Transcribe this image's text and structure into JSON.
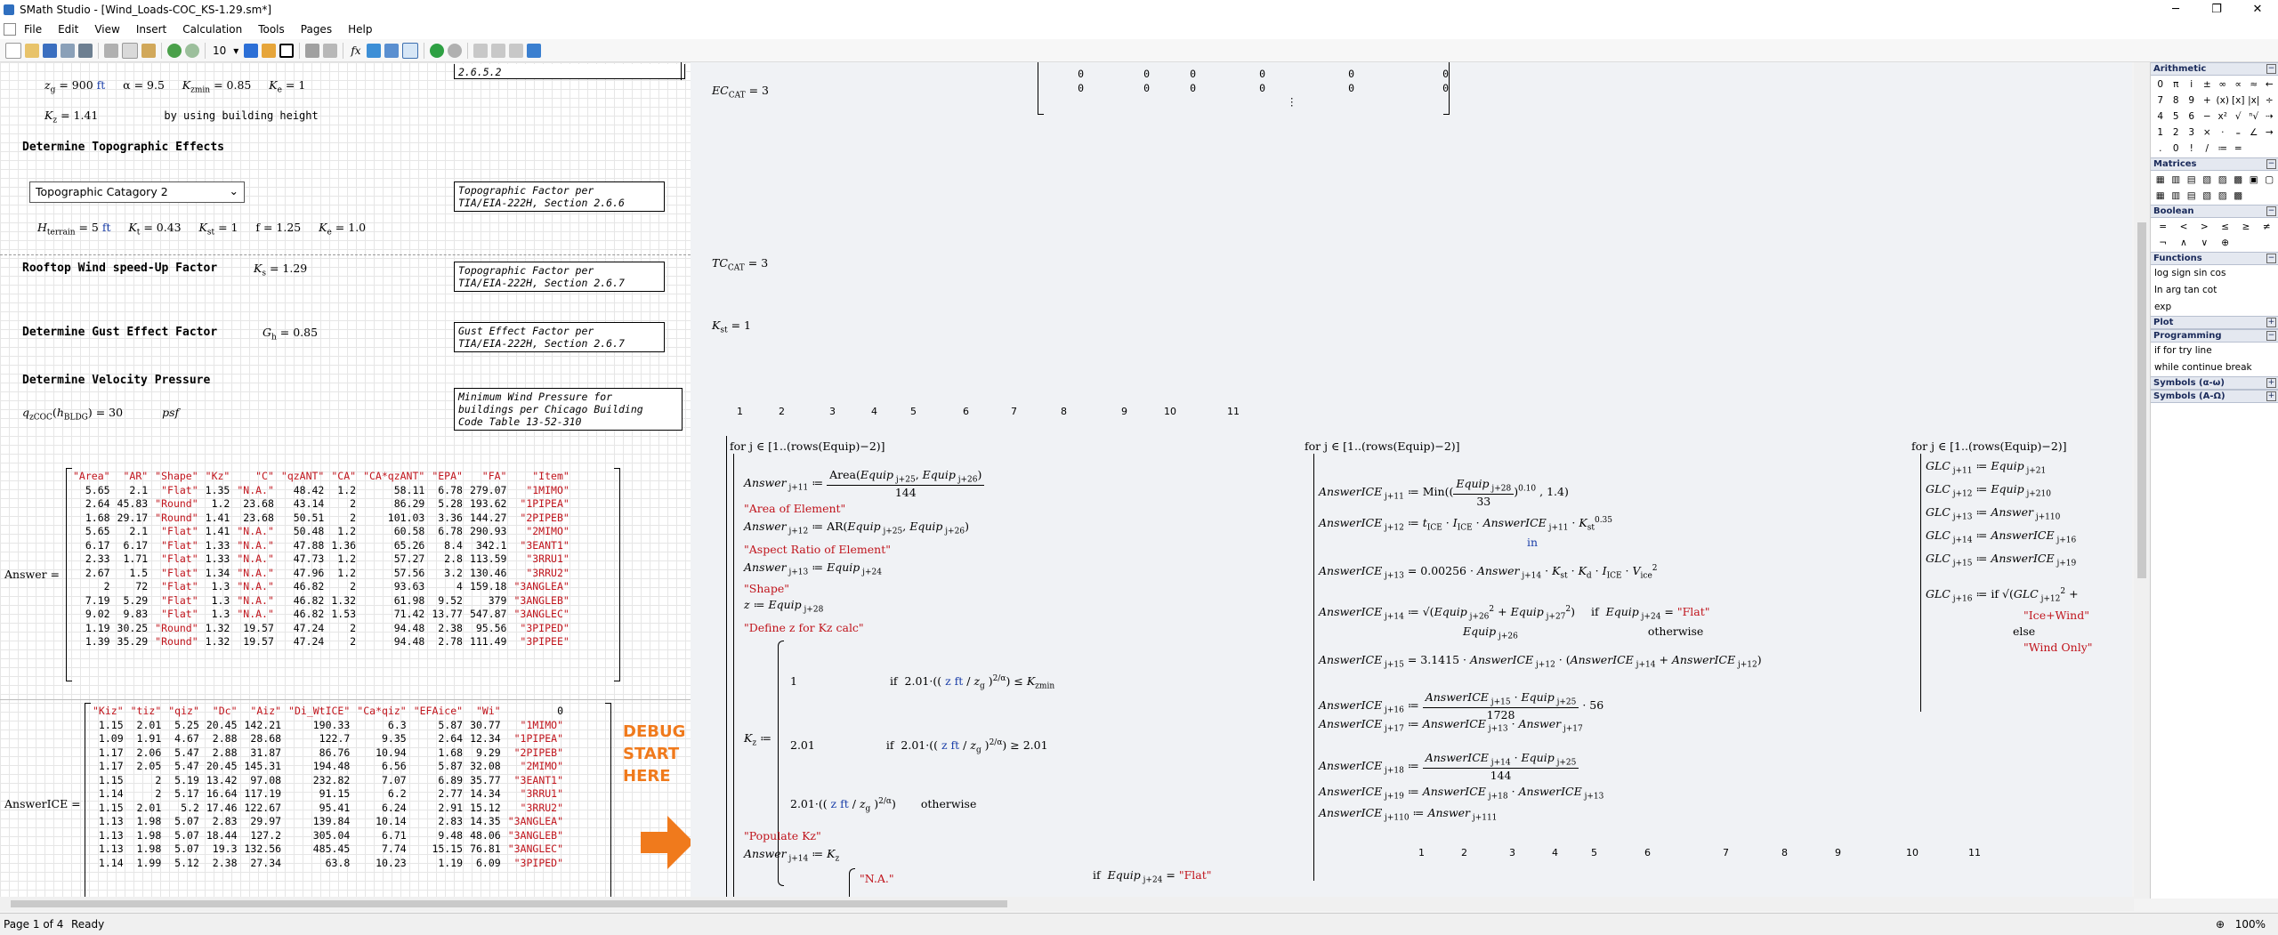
{
  "window": {
    "title": "SMath Studio - [Wind_Loads-COC_KS-1.29.sm*]",
    "minimize": "─",
    "restore": "❐",
    "close": "✕"
  },
  "menu": [
    "File",
    "Edit",
    "View",
    "Insert",
    "Calculation",
    "Tools",
    "Pages",
    "Help"
  ],
  "toolbar": {
    "font_size": "10",
    "fx": "fx"
  },
  "left": {
    "top_note": "2.6.5.2",
    "zg_line": {
      "zg": "= 900",
      "zg_unit": "ft",
      "alpha": "α = 9.5",
      "kzmin": "= 0.85",
      "ke": "= 1"
    },
    "kz_line": {
      "kz": "= 1.41",
      "comment": "by using building height"
    },
    "topo_heading": "Determine Topographic Effects",
    "topo_dropdown": "Topographic Catagory 2",
    "topo_note": "Topographic Factor per\nTIA/EIA-222H, Section 2.6.6",
    "hterr_line": {
      "h": "= 5",
      "h_unit": "ft",
      "kt": "= 0.43",
      "kst": "= 1",
      "f": "f = 1.25",
      "ke": "= 1.0"
    },
    "rooftop_heading": "Rooftop Wind speed-Up Factor",
    "ks": "= 1.29",
    "rooftop_note": "Topographic Factor per\nTIA/EIA-222H, Section 2.6.7",
    "gust_heading": "Determine Gust Effect Factor",
    "gh": "= 0.85",
    "gust_note": "Gust Effect Factor per\nTIA/EIA-222H, Section 2.6.7",
    "velocity_heading": "Determine Velocity Pressure",
    "qz": "= 30",
    "qz_unit": "psf",
    "velocity_note": "Minimum Wind Pressure for\nbuildings per Chicago Building\nCode Table 13-52-310",
    "answer_label": "Answer =",
    "answer_matrix": [
      [
        "\"Area\"",
        "\"AR\"",
        "\"Shape\"",
        "\"Kz\"",
        "\"C\"",
        "\"qzANT\"",
        "\"CA\"",
        "\"CA*qzANT\"",
        "\"EPA\"",
        "\"FA\"",
        "\"Item\""
      ],
      [
        "5.65",
        "2.1",
        "\"Flat\"",
        "1.35",
        "\"N.A.\"",
        "48.42",
        "1.2",
        "58.11",
        "6.78",
        "279.07",
        "\"1MIMO\""
      ],
      [
        "2.64",
        "45.83",
        "\"Round\"",
        "1.2",
        "23.68",
        "43.14",
        "2",
        "86.29",
        "5.28",
        "193.62",
        "\"1PIPEA\""
      ],
      [
        "1.68",
        "29.17",
        "\"Round\"",
        "1.41",
        "23.68",
        "50.51",
        "2",
        "101.03",
        "3.36",
        "144.27",
        "\"2PIPEB\""
      ],
      [
        "5.65",
        "2.1",
        "\"Flat\"",
        "1.41",
        "\"N.A.\"",
        "50.48",
        "1.2",
        "60.58",
        "6.78",
        "290.93",
        "\"2MIMO\""
      ],
      [
        "6.17",
        "6.17",
        "\"Flat\"",
        "1.33",
        "\"N.A.\"",
        "47.88",
        "1.36",
        "65.26",
        "8.4",
        "342.1",
        "\"3EANT1\""
      ],
      [
        "2.33",
        "1.71",
        "\"Flat\"",
        "1.33",
        "\"N.A.\"",
        "47.73",
        "1.2",
        "57.27",
        "2.8",
        "113.59",
        "\"3RRU1\""
      ],
      [
        "2.67",
        "1.5",
        "\"Flat\"",
        "1.34",
        "\"N.A.\"",
        "47.96",
        "1.2",
        "57.56",
        "3.2",
        "130.46",
        "\"3RRU2\""
      ],
      [
        "2",
        "72",
        "\"Flat\"",
        "1.3",
        "\"N.A.\"",
        "46.82",
        "2",
        "93.63",
        "4",
        "159.18",
        "\"3ANGLEA\""
      ],
      [
        "7.19",
        "5.29",
        "\"Flat\"",
        "1.3",
        "\"N.A.\"",
        "46.82",
        "1.32",
        "61.98",
        "9.52",
        "379",
        "\"3ANGLEB\""
      ],
      [
        "9.02",
        "9.83",
        "\"Flat\"",
        "1.3",
        "\"N.A.\"",
        "46.82",
        "1.53",
        "71.42",
        "13.77",
        "547.87",
        "\"3ANGLEC\""
      ],
      [
        "1.19",
        "30.25",
        "\"Round\"",
        "1.32",
        "19.57",
        "47.24",
        "2",
        "94.48",
        "2.38",
        "95.56",
        "\"3PIPED\""
      ],
      [
        "1.39",
        "35.29",
        "\"Round\"",
        "1.32",
        "19.57",
        "47.24",
        "2",
        "94.48",
        "2.78",
        "111.49",
        "\"3PIPEE\""
      ]
    ],
    "answerice_label": "AnswerICE =",
    "answerice_matrix": [
      [
        "\"Kiz\"",
        "\"tiz\"",
        "\"qiz\"",
        "\"Dc\"",
        "\"Aiz\"",
        "\"Di_WtICE\"",
        "\"Ca*qiz\"",
        "\"EFAice\"",
        "\"Wi\"",
        "0"
      ],
      [
        "1.15",
        "2.01",
        "5.25",
        "20.45",
        "142.21",
        "190.33",
        "6.3",
        "5.87",
        "30.77",
        "\"1MIMO\""
      ],
      [
        "1.09",
        "1.91",
        "4.67",
        "2.88",
        "28.68",
        "122.7",
        "9.35",
        "2.64",
        "12.34",
        "\"1PIPEA\""
      ],
      [
        "1.17",
        "2.06",
        "5.47",
        "2.88",
        "31.87",
        "86.76",
        "10.94",
        "1.68",
        "9.29",
        "\"2PIPEB\""
      ],
      [
        "1.17",
        "2.05",
        "5.47",
        "20.45",
        "145.31",
        "194.48",
        "6.56",
        "5.87",
        "32.08",
        "\"2MIMO\""
      ],
      [
        "1.15",
        "2",
        "5.19",
        "13.42",
        "97.08",
        "232.82",
        "7.07",
        "6.89",
        "35.77",
        "\"3EANT1\""
      ],
      [
        "1.14",
        "2",
        "5.17",
        "16.64",
        "117.19",
        "91.15",
        "6.2",
        "2.77",
        "14.34",
        "\"3RRU1\""
      ],
      [
        "1.15",
        "2.01",
        "5.2",
        "17.46",
        "122.67",
        "95.41",
        "6.24",
        "2.91",
        "15.12",
        "\"3RRU2\""
      ],
      [
        "1.13",
        "1.98",
        "5.07",
        "2.83",
        "29.97",
        "139.84",
        "10.14",
        "2.83",
        "14.35",
        "\"3ANGLEA\""
      ],
      [
        "1.13",
        "1.98",
        "5.07",
        "18.44",
        "127.2",
        "305.04",
        "6.71",
        "9.48",
        "48.06",
        "\"3ANGLEB\""
      ],
      [
        "1.13",
        "1.98",
        "5.07",
        "19.3",
        "132.56",
        "485.45",
        "7.74",
        "15.15",
        "76.81",
        "\"3ANGLEC\""
      ],
      [
        "1.14",
        "1.99",
        "5.12",
        "2.38",
        "27.34",
        "63.8",
        "10.23",
        "1.19",
        "6.09",
        "\"3PIPED\""
      ]
    ],
    "debug_lines": [
      "DEBUG",
      "START",
      "HERE"
    ]
  },
  "right": {
    "zero_matrix_rows": [
      [
        "0",
        "0",
        "0",
        "0",
        "0",
        "0"
      ],
      [
        "0",
        "0",
        "0",
        "0",
        "0",
        "0"
      ]
    ],
    "zero_matrix_dots": "⋮",
    "ec_cat": "= 3",
    "tc_cat": "= 3",
    "kst": "= 1",
    "col_headers_1": [
      "1",
      "2",
      "3",
      "4",
      "5",
      "6",
      "7",
      "8",
      "9",
      "10",
      "11"
    ],
    "col_headers_2": [
      "1",
      "2",
      "3",
      "4",
      "5",
      "6",
      "7",
      "8",
      "9",
      "10",
      "11"
    ],
    "for1_header": "for j ∈ [1..(rows(Equip)−2)]",
    "for2_header": "for j ∈ [1..(rows(Equip)−2)]",
    "for3_header": "for j ∈ [1..(rows(Equip)−2)]",
    "prog1": {
      "area_of_element": "\"Area of Element\"",
      "aspect_ratio": "\"Aspect Ratio of Element\"",
      "shape": "\"Shape\"",
      "define_z": "\"Define z for Kz calc\"",
      "populate_kz": "\"Populate Kz\"",
      "na": "\"N.A.\"",
      "flat": "\"Flat\"",
      "otherwise": "otherwise",
      "if": "if",
      "v_144": "144",
      "v_2": "2",
      "v_201": "2.01",
      "v_1": "1"
    },
    "prog2": {
      "flat": "\"Flat\"",
      "otherwise": "otherwise",
      "if": "if",
      "in": "in",
      "c1": "Min",
      "v33": "33",
      "v010": "0.10",
      "v14": ", 1.4",
      "v035": "0.35",
      "c00256": "= 0.00256",
      "c31415": "= 3.1415",
      "v1728": "1728",
      "v56": "56",
      "v144": "144",
      "v2": "2"
    },
    "prog3": {
      "icewind": "\"Ice+Wind\"",
      "windonly": "\"Wind Only\"",
      "else": "else",
      "if": "if"
    }
  },
  "panel": {
    "sections": [
      "Arithmetic",
      "Matrices",
      "Boolean",
      "Functions",
      "Plot",
      "Programming",
      "Symbols (α-ω)",
      "Symbols (Α-Ω)"
    ],
    "arith": [
      "0",
      "π",
      "i",
      "±",
      "∞",
      "∝",
      "≈",
      "←",
      "7",
      "8",
      "9",
      "+",
      "(x)",
      "[x]",
      "|x|",
      "÷",
      "4",
      "5",
      "6",
      "−",
      "x²",
      "√",
      "ⁿ√",
      "⇢",
      "1",
      "2",
      "3",
      "×",
      "·",
      "₌",
      "∠",
      "→",
      ".",
      "0",
      "!",
      "/",
      "≔",
      "=",
      "",
      ""
    ],
    "boolean": [
      "=",
      "<",
      ">",
      "≤",
      "≥",
      "≠",
      "¬",
      "∧",
      "∨",
      "⊕",
      "",
      ""
    ],
    "functions": [
      "log sign sin cos",
      "ln  arg tan cot",
      "exp"
    ],
    "programming": [
      "if   for   try   line",
      "while continue break"
    ]
  },
  "status": {
    "page": "Page 1 of 4",
    "state": "Ready",
    "zoom": "100%"
  }
}
